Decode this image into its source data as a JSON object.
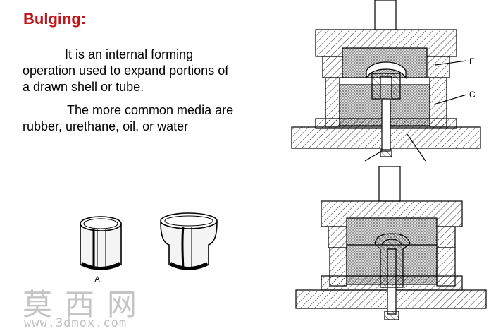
{
  "slide": {
    "title": "Bulging:",
    "paragraph1": "It is an internal forming operation used to expand portions of a drawn shell or tube.",
    "paragraph2": "The more common media are rubber, urethane, oil, or water"
  },
  "figures": {
    "tube_label": "A",
    "label_e": "E",
    "label_c": "C"
  },
  "watermark": {
    "chinese": "莫西网",
    "url": "www.3dmox.com"
  }
}
